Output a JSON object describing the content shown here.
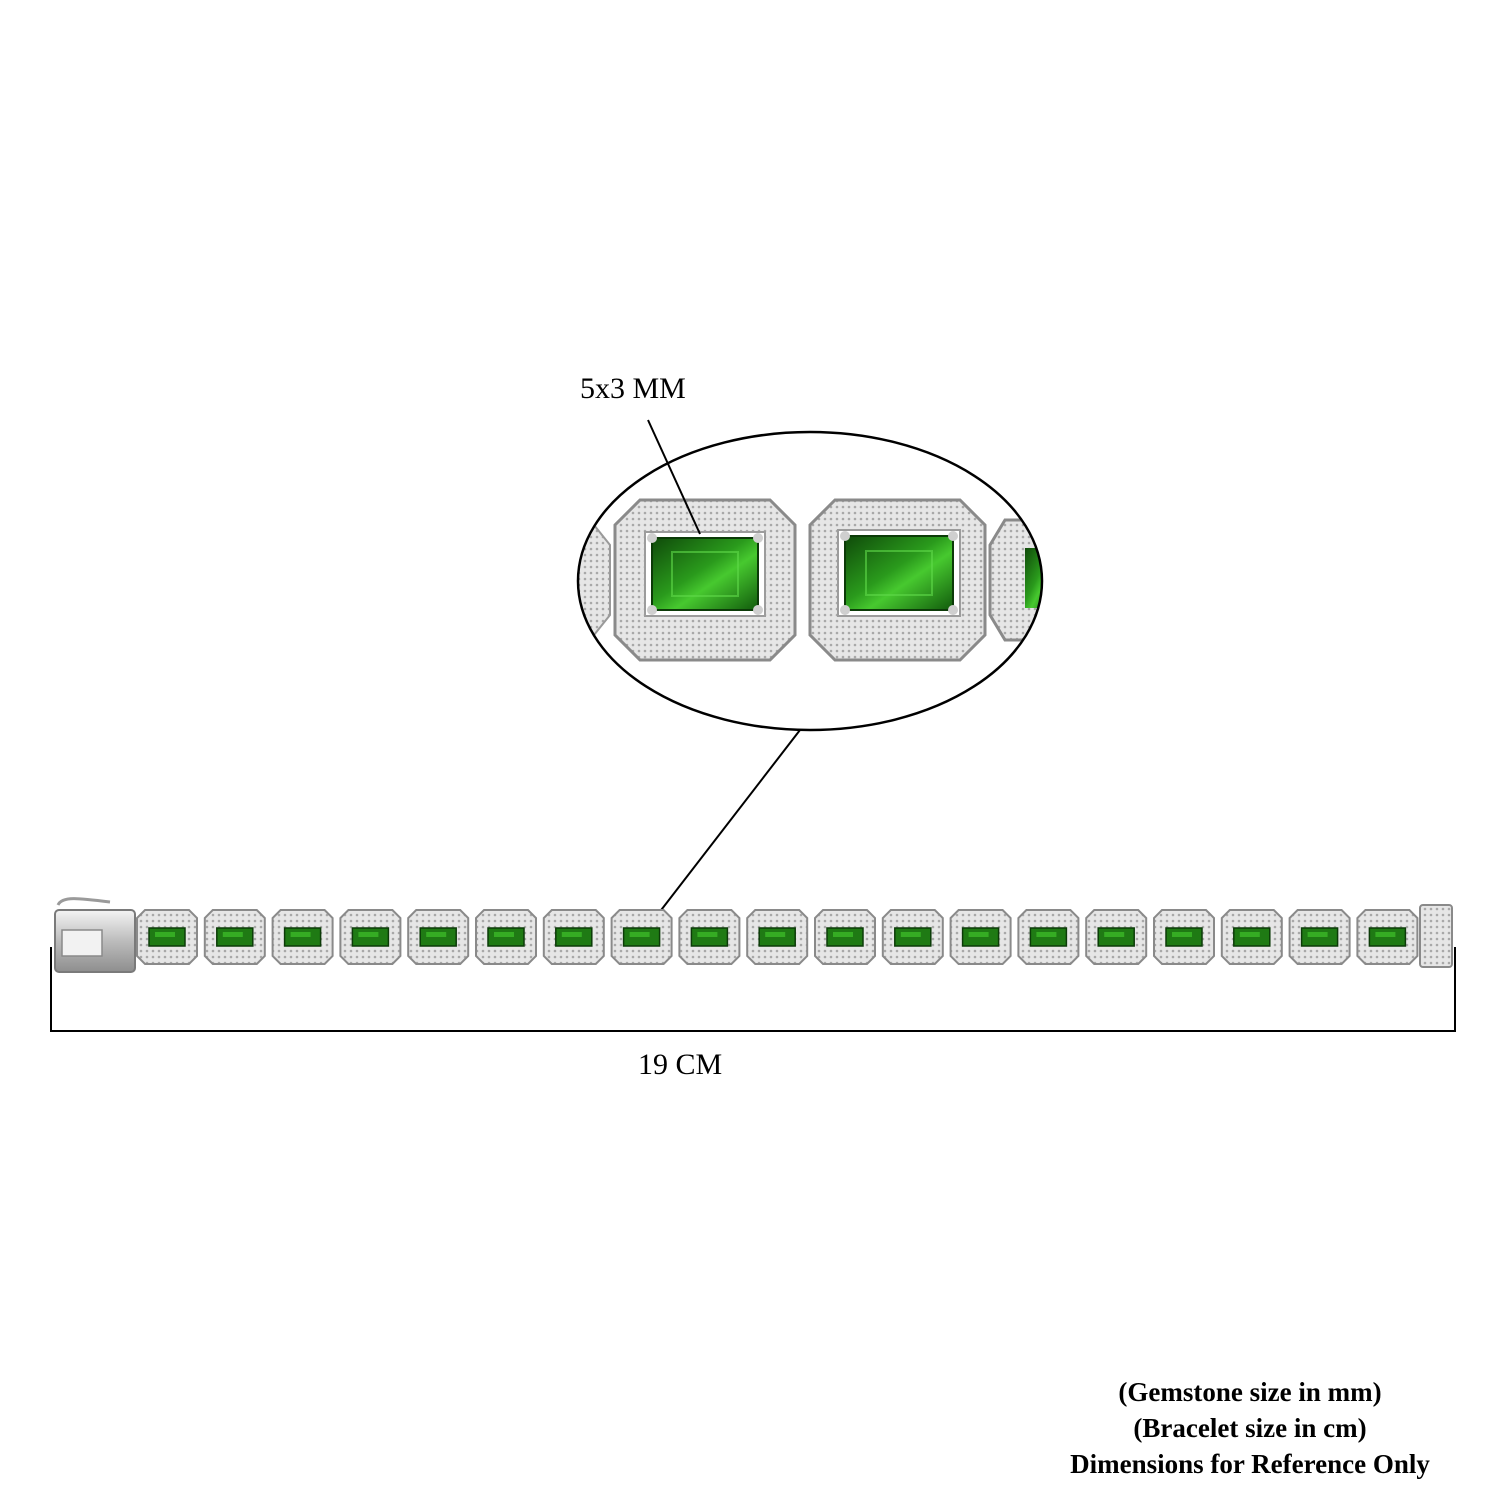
{
  "gemstone_label": "5x3 MM",
  "bracelet_length_label": "19 CM",
  "notes": [
    "(Gemstone size in mm)",
    "(Bracelet size in cm)",
    "Dimensions for Reference Only"
  ],
  "bracelet": {
    "stone_count": 19,
    "stone_color": "#1f7a14",
    "stone_highlight": "#3ec22a",
    "metal_color": "#d9d9d9"
  }
}
